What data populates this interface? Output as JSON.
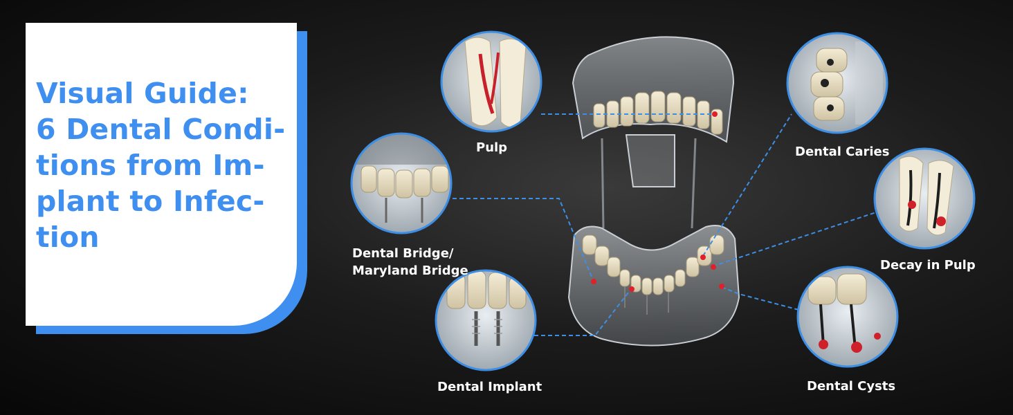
{
  "guide": {
    "title": "Visual Guide:\n6 Dental Condi-\ntions from Im-\nplant to Infec-\ntion"
  },
  "callouts": {
    "pulp": "Pulp",
    "dental_bridge_line1": "Dental Bridge/",
    "dental_bridge_line2": "Maryland Bridge",
    "dental_implant": "Dental Implant",
    "dental_caries": "Dental Caries",
    "decay_in_pulp": "Decay in Pulp",
    "dental_cysts": "Dental Cysts"
  },
  "colors": {
    "accent": "#3f8ff0",
    "leader_line": "#3d8fe6",
    "marker": "#e0202a",
    "background": "#121212"
  }
}
